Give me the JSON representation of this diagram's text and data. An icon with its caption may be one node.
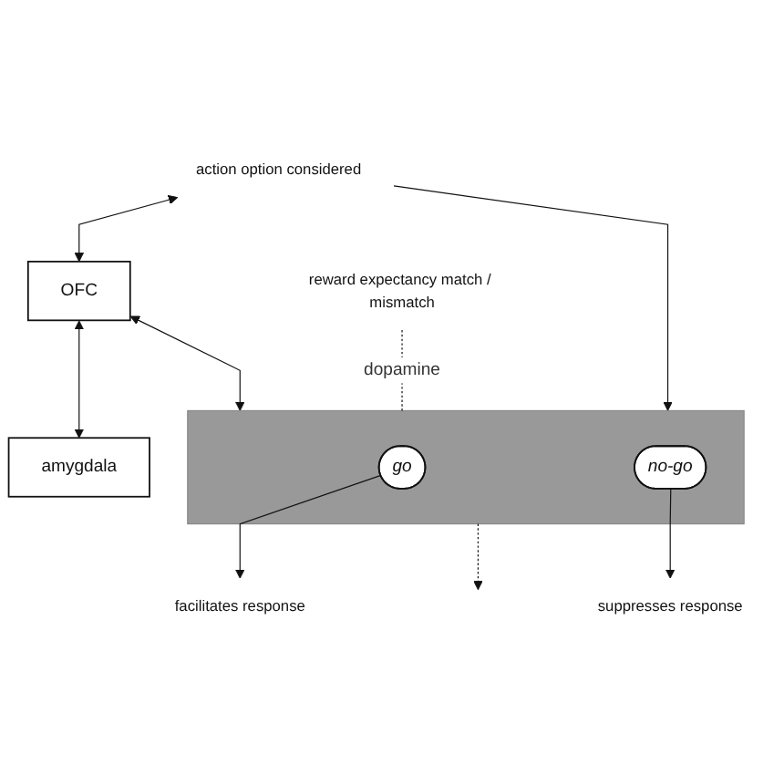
{
  "diagram": {
    "nodes": [
      {
        "text": [
          "action option considered"
        ]
      },
      {
        "text": [
          "OFC"
        ]
      },
      {
        "text": [],
        "shape": "box"
      },
      {
        "text": [
          "go"
        ],
        "in": 2
      },
      {
        "text": [
          "no-go"
        ],
        "in": 2
      },
      {
        "text": [
          "amygdala"
        ]
      },
      {
        "text": [
          "facilitates response"
        ]
      },
      {
        "text": [
          "suppresses response"
        ]
      },
      {
        "text": [
          "reward expectancy match / mismatch"
        ]
      }
    ],
    "edges": [
      {
        "from": 0,
        "to": 1,
        "arrow": "both"
      },
      {
        "from": 0,
        "to": 2,
        "arrow": "to"
      },
      {
        "from": 1,
        "to": 2,
        "arrow": "both"
      },
      {
        "from": 1,
        "to": 5,
        "arrow": "both"
      },
      {
        "from": 2,
        "to": null,
        "arrow": "to",
        "style": "dashed"
      },
      {
        "from": 3,
        "to": 6,
        "arrow": "to"
      },
      {
        "from": 4,
        "to": 7,
        "arrow": "to"
      },
      {
        "from": 8,
        "to": 2,
        "arrow": "none",
        "style": "dashed",
        "label": "dopamine"
      }
    ]
  }
}
